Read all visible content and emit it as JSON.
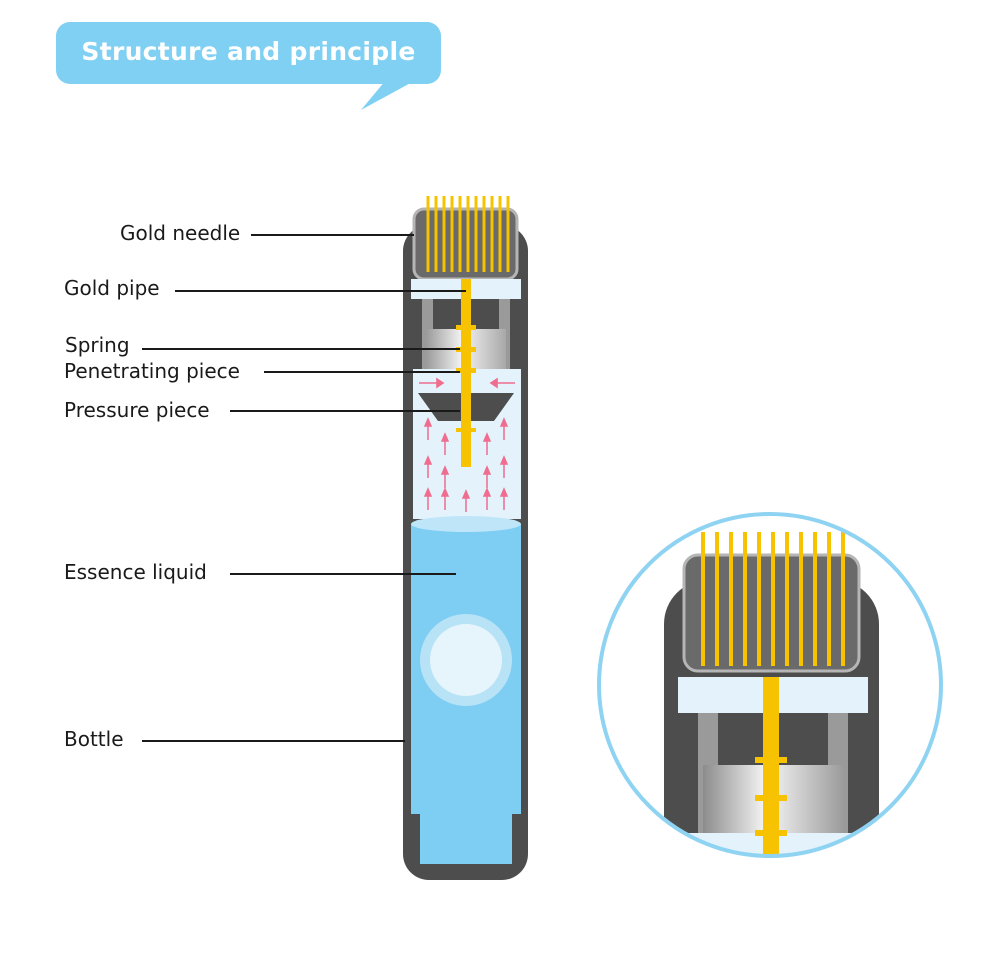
{
  "title": "Structure and principle",
  "labels": {
    "gold_needle": "Gold needle",
    "gold_pipe": "Gold pipe",
    "spring": "Spring",
    "penetrating_piece": "Penetrating piece",
    "pressure_piece": "Pressure piece",
    "essence_liquid": "Essence liquid",
    "bottle": "Bottle"
  },
  "colors": {
    "title_bubble": "#7fd0f2",
    "housing": "#4d4d4d",
    "liquid": "#7ecdf3",
    "gold": "#f7c300",
    "chamber": "#e4f3fb",
    "arrow": "#ef6d8f",
    "magnifier_ring": "#8fd3f2"
  }
}
